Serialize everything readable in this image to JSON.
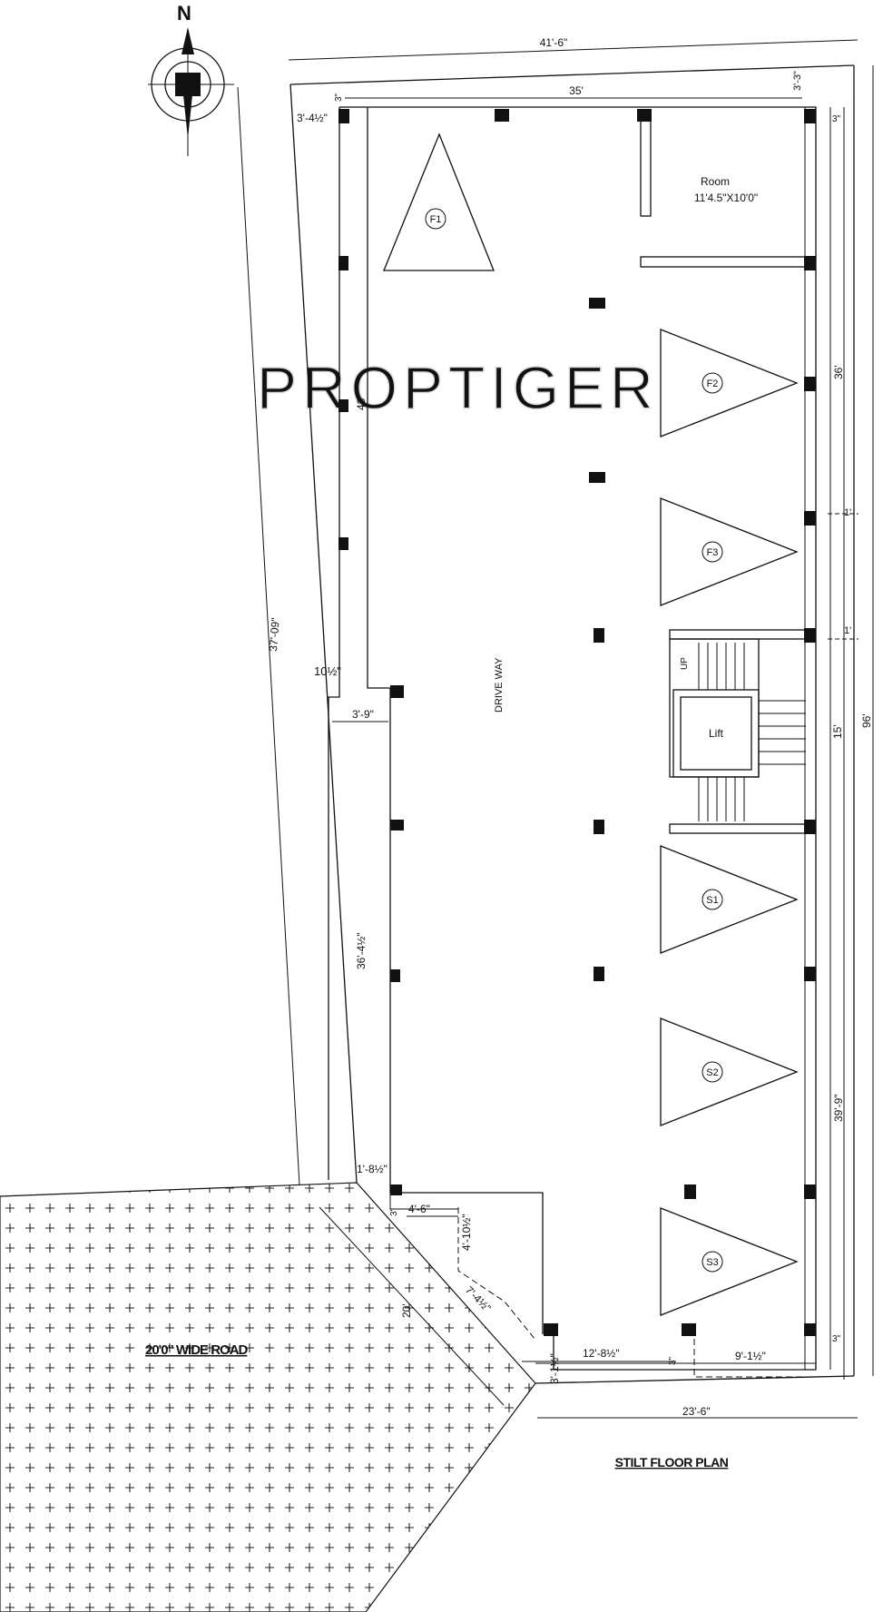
{
  "drawing": {
    "title": "STILT FLOOR PLAN",
    "north": "N",
    "watermark": "PROPTIGER",
    "road_label": "20'0\" WIDE ROAD",
    "driveway_label": "DRIVE WAY",
    "room_label": "Room",
    "room_size": "11'4.5\"X10'0\"",
    "lift_label": "Lift",
    "up_label": "UP",
    "parking": [
      "F1",
      "F2",
      "F3",
      "S1",
      "S2",
      "S3"
    ]
  },
  "dimensions": {
    "top_overall": "41'-6\"",
    "top_inner": "35'",
    "top_right": "3'-3\"",
    "top_left_3": "3\"",
    "left_top": "3'-4½\"",
    "right_3": "3\"",
    "left_43": "43'",
    "left_side": "37'-09\"",
    "left_10": "10½\"",
    "left_3_9": "3'-9\"",
    "left_36": "36'-4½\"",
    "left_1_8": "1'-8½\"",
    "right_36": "36'",
    "right_1a": "1'",
    "right_1b": "1'",
    "right_15": "15'",
    "right_96": "96'",
    "right_39": "39'-9\"",
    "right_3b": "3\"",
    "entry_4_6": "4'-6\"",
    "entry_4_10": "4'-10½\"",
    "entry_7_4": "7'-4½\"",
    "entry_3": "3\"",
    "road_dim": "20'",
    "bottom_3_1": "3'-1½\"",
    "bottom_12_8": "12'-8½\"",
    "bottom_9_1": "9'-1½\"",
    "bottom_3": "3\"",
    "bottom_23_6": "23'-6\""
  }
}
